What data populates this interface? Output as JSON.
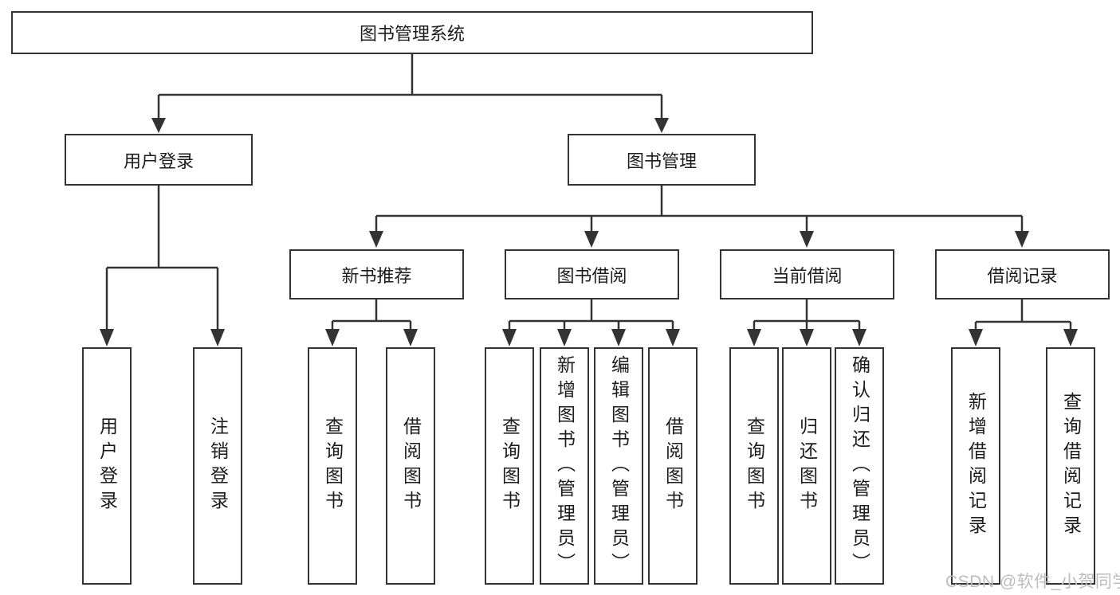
{
  "diagram": {
    "root": {
      "label": "图书管理系统"
    },
    "level2": [
      {
        "label": "用户登录"
      },
      {
        "label": "图书管理"
      }
    ],
    "level3": [
      {
        "label": "新书推荐"
      },
      {
        "label": "图书借阅"
      },
      {
        "label": "当前借阅"
      },
      {
        "label": "借阅记录"
      }
    ],
    "level4": {
      "user_login": [
        {
          "label": "用户登录"
        },
        {
          "label": "注销登录"
        }
      ],
      "new_book_recommend": [
        {
          "label": "查询图书"
        },
        {
          "label": "借阅图书"
        }
      ],
      "book_borrow": [
        {
          "label": "查询图书"
        },
        {
          "label": "新增图书（管理员）"
        },
        {
          "label": "编辑图书（管理员）"
        },
        {
          "label": "借阅图书"
        }
      ],
      "current_borrow": [
        {
          "label": "查询图书"
        },
        {
          "label": "归还图书"
        },
        {
          "label": "确认归还（管理员）"
        }
      ],
      "borrow_record": [
        {
          "label": "新增借阅记录"
        },
        {
          "label": "查询借阅记录"
        }
      ]
    }
  },
  "watermark": {
    "text": "CSDN @软件_小贺同学"
  },
  "colors": {
    "line": "#333333",
    "box_border": "#333333",
    "text": "#1c1c1c",
    "watermark": "#bdbdbd",
    "background": "#ffffff"
  }
}
